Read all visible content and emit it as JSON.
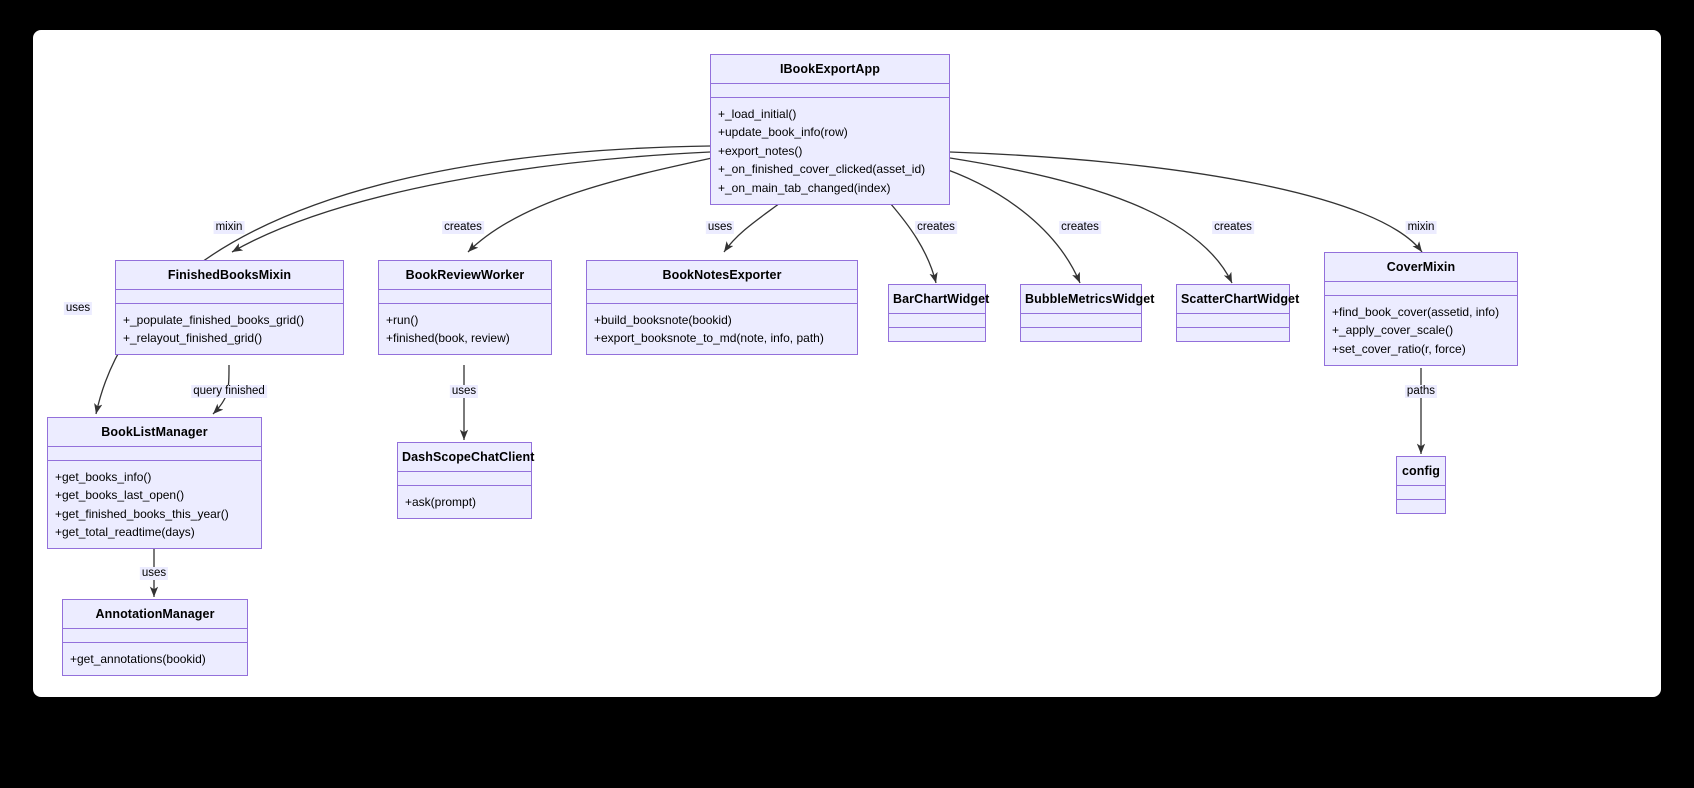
{
  "diagram": {
    "type": "uml-class-diagram",
    "background": "#000000",
    "surface": "#ffffff",
    "node_fill": "#ececff",
    "node_border": "#9370db",
    "edge_color": "#333333",
    "classes": [
      {
        "id": "IBookExportApp",
        "name": "IBookExportApp",
        "attributes": [],
        "methods": [
          "+_load_initial()",
          "+update_book_info(row)",
          "+export_notes()",
          "+_on_finished_cover_clicked(asset_id)",
          "+_on_main_tab_changed(index)"
        ]
      },
      {
        "id": "FinishedBooksMixin",
        "name": "FinishedBooksMixin",
        "attributes": [],
        "methods": [
          "+_populate_finished_books_grid()",
          "+_relayout_finished_grid()"
        ]
      },
      {
        "id": "BookReviewWorker",
        "name": "BookReviewWorker",
        "attributes": [],
        "methods": [
          "+run()",
          "+finished(book, review)"
        ]
      },
      {
        "id": "BookNotesExporter",
        "name": "BookNotesExporter",
        "attributes": [],
        "methods": [
          "+build_booksnote(bookid)",
          "+export_booksnote_to_md(note, info, path)"
        ]
      },
      {
        "id": "BarChartWidget",
        "name": "BarChartWidget",
        "attributes": [],
        "methods": []
      },
      {
        "id": "BubbleMetricsWidget",
        "name": "BubbleMetricsWidget",
        "attributes": [],
        "methods": []
      },
      {
        "id": "ScatterChartWidget",
        "name": "ScatterChartWidget",
        "attributes": [],
        "methods": []
      },
      {
        "id": "CoverMixin",
        "name": "CoverMixin",
        "attributes": [],
        "methods": [
          "+find_book_cover(assetid, info)",
          "+_apply_cover_scale()",
          "+set_cover_ratio(r, force)"
        ]
      },
      {
        "id": "BookListManager",
        "name": "BookListManager",
        "attributes": [],
        "methods": [
          "+get_books_info()",
          "+get_books_last_open()",
          "+get_finished_books_this_year()",
          "+get_total_readtime(days)"
        ]
      },
      {
        "id": "DashScopeChatClient",
        "name": "DashScopeChatClient",
        "attributes": [],
        "methods": [
          "+ask(prompt)"
        ]
      },
      {
        "id": "AnnotationManager",
        "name": "AnnotationManager",
        "attributes": [],
        "methods": [
          "+get_annotations(bookid)"
        ]
      },
      {
        "id": "config",
        "name": "config",
        "attributes": [],
        "methods": []
      }
    ],
    "edges": [
      {
        "from": "IBookExportApp",
        "to": "FinishedBooksMixin",
        "label": "mixin"
      },
      {
        "from": "IBookExportApp",
        "to": "BookListManager",
        "label": "uses"
      },
      {
        "from": "IBookExportApp",
        "to": "BookReviewWorker",
        "label": "creates"
      },
      {
        "from": "IBookExportApp",
        "to": "BookNotesExporter",
        "label": "uses"
      },
      {
        "from": "IBookExportApp",
        "to": "BarChartWidget",
        "label": "creates"
      },
      {
        "from": "IBookExportApp",
        "to": "BubbleMetricsWidget",
        "label": "creates"
      },
      {
        "from": "IBookExportApp",
        "to": "ScatterChartWidget",
        "label": "creates"
      },
      {
        "from": "IBookExportApp",
        "to": "CoverMixin",
        "label": "mixin"
      },
      {
        "from": "FinishedBooksMixin",
        "to": "BookListManager",
        "label": "query finished"
      },
      {
        "from": "BookReviewWorker",
        "to": "DashScopeChatClient",
        "label": "uses"
      },
      {
        "from": "BookListManager",
        "to": "AnnotationManager",
        "label": "uses"
      },
      {
        "from": "CoverMixin",
        "to": "config",
        "label": "paths"
      }
    ]
  }
}
